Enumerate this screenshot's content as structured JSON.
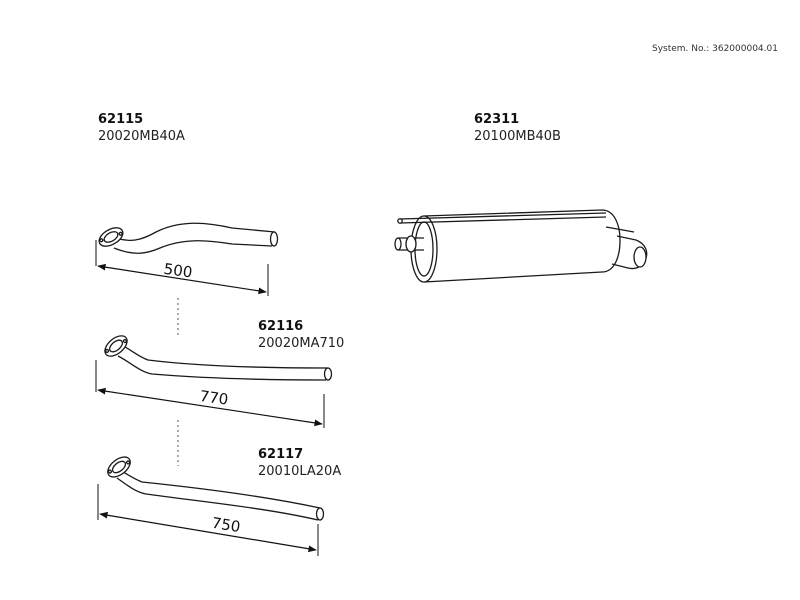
{
  "system_number": "System. No.: 362000004.01",
  "parts": [
    {
      "number": "62115",
      "code": "20020MB40A",
      "length": "500"
    },
    {
      "number": "62311",
      "code": "20100MB40B"
    },
    {
      "number": "62116",
      "code": "20020MA710",
      "length": "770"
    },
    {
      "number": "62117",
      "code": "20010LA20A",
      "length": "750"
    }
  ]
}
